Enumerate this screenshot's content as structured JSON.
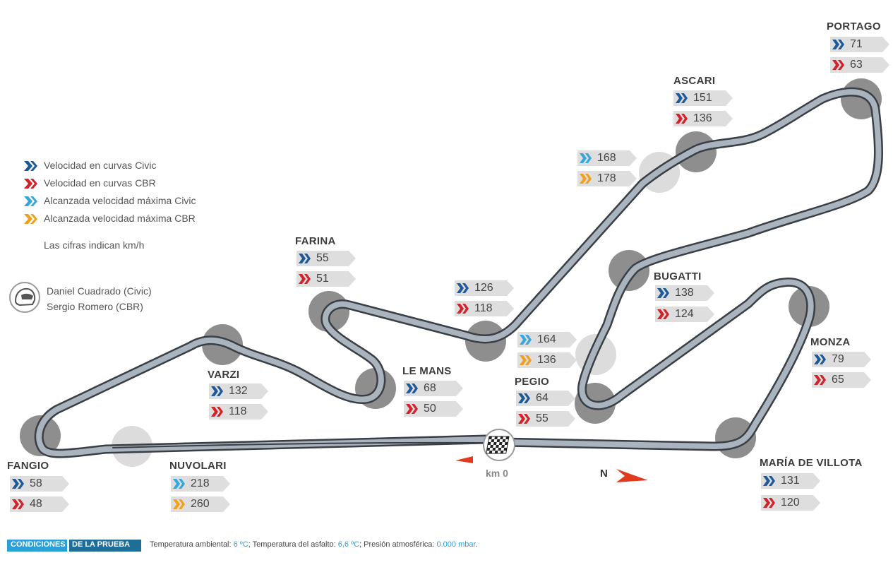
{
  "legend": [
    {
      "label": "Velocidad en curvas Civic",
      "color": "#1e5a99"
    },
    {
      "label": "Velocidad en curvas CBR",
      "color": "#d2232a"
    },
    {
      "label": "Alcanzada velocidad máxima Civic",
      "color": "#35a7dd"
    },
    {
      "label": "Alcanzada velocidad máxima CBR",
      "color": "#f0a01e"
    }
  ],
  "units_note": "Las cifras indican km/h",
  "riders": [
    "Daniel Cuadrado (Civic)",
    "Sergio Romero (CBR)"
  ],
  "corners": {
    "portago": {
      "name": "PORTAGO",
      "civic": "71",
      "cbr": "63"
    },
    "ascari": {
      "name": "ASCARI",
      "civic": "151",
      "cbr": "136"
    },
    "top_straight": {
      "civic_max": "168",
      "cbr_max": "178"
    },
    "farina": {
      "name": "FARINA",
      "civic": "55",
      "cbr": "51"
    },
    "mid_curve": {
      "civic": "126",
      "cbr": "118"
    },
    "bugatti": {
      "name": "BUGATTI",
      "civic": "138",
      "cbr": "124"
    },
    "inner_straight": {
      "civic_max": "164",
      "cbr_max": "136"
    },
    "monza": {
      "name": "MONZA",
      "civic": "79",
      "cbr": "65"
    },
    "varzi": {
      "name": "VARZI",
      "civic": "132",
      "cbr": "118"
    },
    "le_mans": {
      "name": "LE MANS",
      "civic": "68",
      "cbr": "50"
    },
    "pegio": {
      "name": "PEGIO",
      "civic": "64",
      "cbr": "55"
    },
    "fangio": {
      "name": "FANGIO",
      "civic": "58",
      "cbr": "48"
    },
    "nuvolari": {
      "name": "NUVOLARI",
      "civic_max": "218",
      "cbr_max": "260"
    },
    "maria_de_villota": {
      "name": "MARÍA DE VILLOTA",
      "civic": "131",
      "cbr": "120"
    }
  },
  "km0": "km 0",
  "north": "N",
  "footer": {
    "tag_part1": "CONDICIONES",
    "tag_part2": "DE LA PRUEBA",
    "temp_amb_label": "Temperatura ambiental: ",
    "temp_amb_value": "6 ºC",
    "temp_asf_label": "; Temperatura del asfalto: ",
    "temp_asf_value": "6,6 ºC",
    "pres_label": "; Presión atmosférica: ",
    "pres_value": "0.000 mbar",
    "end": "."
  },
  "colors": {
    "track_fill": "#a9b4bf",
    "track_edge": "#3a3f45",
    "corner_dark": "#8e8e8e",
    "corner_light": "#dcdcdc",
    "badge_bg": "#dedede"
  }
}
